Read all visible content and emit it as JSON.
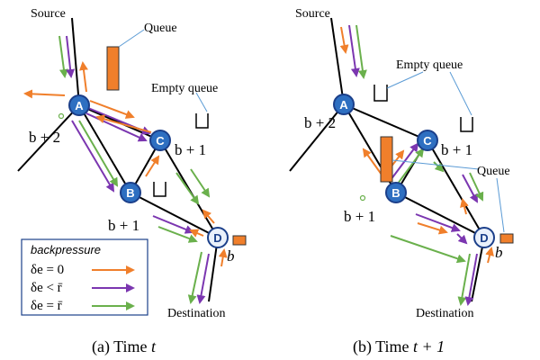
{
  "panel_a": {
    "source_label": "Source",
    "destination_label": "Destination",
    "queue_label": "Queue",
    "empty_queue_label": "Empty queue",
    "caption_prefix": "(a) Time",
    "caption_var": "t",
    "nodes": {
      "a": "A",
      "b": "B",
      "c": "C",
      "d": "D"
    },
    "queue_labels": {
      "a": "b + 2",
      "c": "b + 1",
      "b": "b + 1",
      "d": "b"
    }
  },
  "panel_b": {
    "source_label": "Source",
    "destination_label": "Destination",
    "queue_label": "Queue",
    "empty_queue_label": "Empty queue",
    "caption_prefix": "(b) Time",
    "caption_var": "t + 1",
    "nodes": {
      "a": "A",
      "b": "B",
      "c": "C",
      "d": "D"
    },
    "queue_labels": {
      "a": "b + 2",
      "c": "b + 1",
      "b": "b + 1",
      "d": "b"
    }
  },
  "legend": {
    "title": "backpressure",
    "items": [
      {
        "label": "δe = 0",
        "color": "#f07f2b"
      },
      {
        "label": "δe < r̄",
        "color": "#7b36b0"
      },
      {
        "label": "δe = r̄",
        "color": "#6ab04c"
      }
    ]
  },
  "colors": {
    "node_fill": "#2e6fc1",
    "node_stroke": "#1b3f8a",
    "queue_fill": "#f07f2b",
    "orange": "#f07f2b",
    "purple": "#7b36b0",
    "green": "#6ab04c",
    "callout": "#5b9bd5"
  }
}
